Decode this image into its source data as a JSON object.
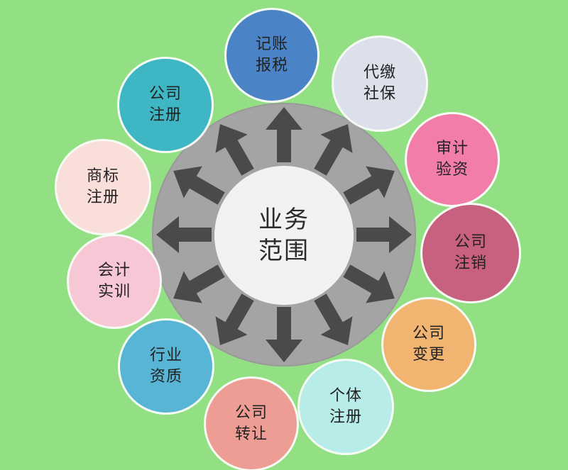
{
  "center": {
    "line1": "业务",
    "line2": "范围"
  },
  "services": [
    {
      "line1": "记账",
      "line2": "报税",
      "color": "#4b84c6"
    },
    {
      "line1": "代缴",
      "line2": "社保",
      "color": "#dbe0ea"
    },
    {
      "line1": "审计",
      "line2": "验资",
      "color": "#f27da8"
    },
    {
      "line1": "公司",
      "line2": "注销",
      "color": "#c8607f"
    },
    {
      "line1": "公司",
      "line2": "变更",
      "color": "#f2b471"
    },
    {
      "line1": "个体",
      "line2": "注册",
      "color": "#b8ece8"
    },
    {
      "line1": "公司",
      "line2": "转让",
      "color": "#ee9d95"
    },
    {
      "line1": "行业",
      "line2": "资质",
      "color": "#59b5d6"
    },
    {
      "line1": "会计",
      "line2": "实训",
      "color": "#f7c7d5"
    },
    {
      "line1": "商标",
      "line2": "注册",
      "color": "#f9ded9"
    },
    {
      "line1": "公司",
      "line2": "注册",
      "color": "#3fb6c4"
    }
  ],
  "colors": {
    "background": "#93df83",
    "ring": "#a4a4a4",
    "hub": "#f2f2f2",
    "arrow": "#4a4a4a"
  }
}
